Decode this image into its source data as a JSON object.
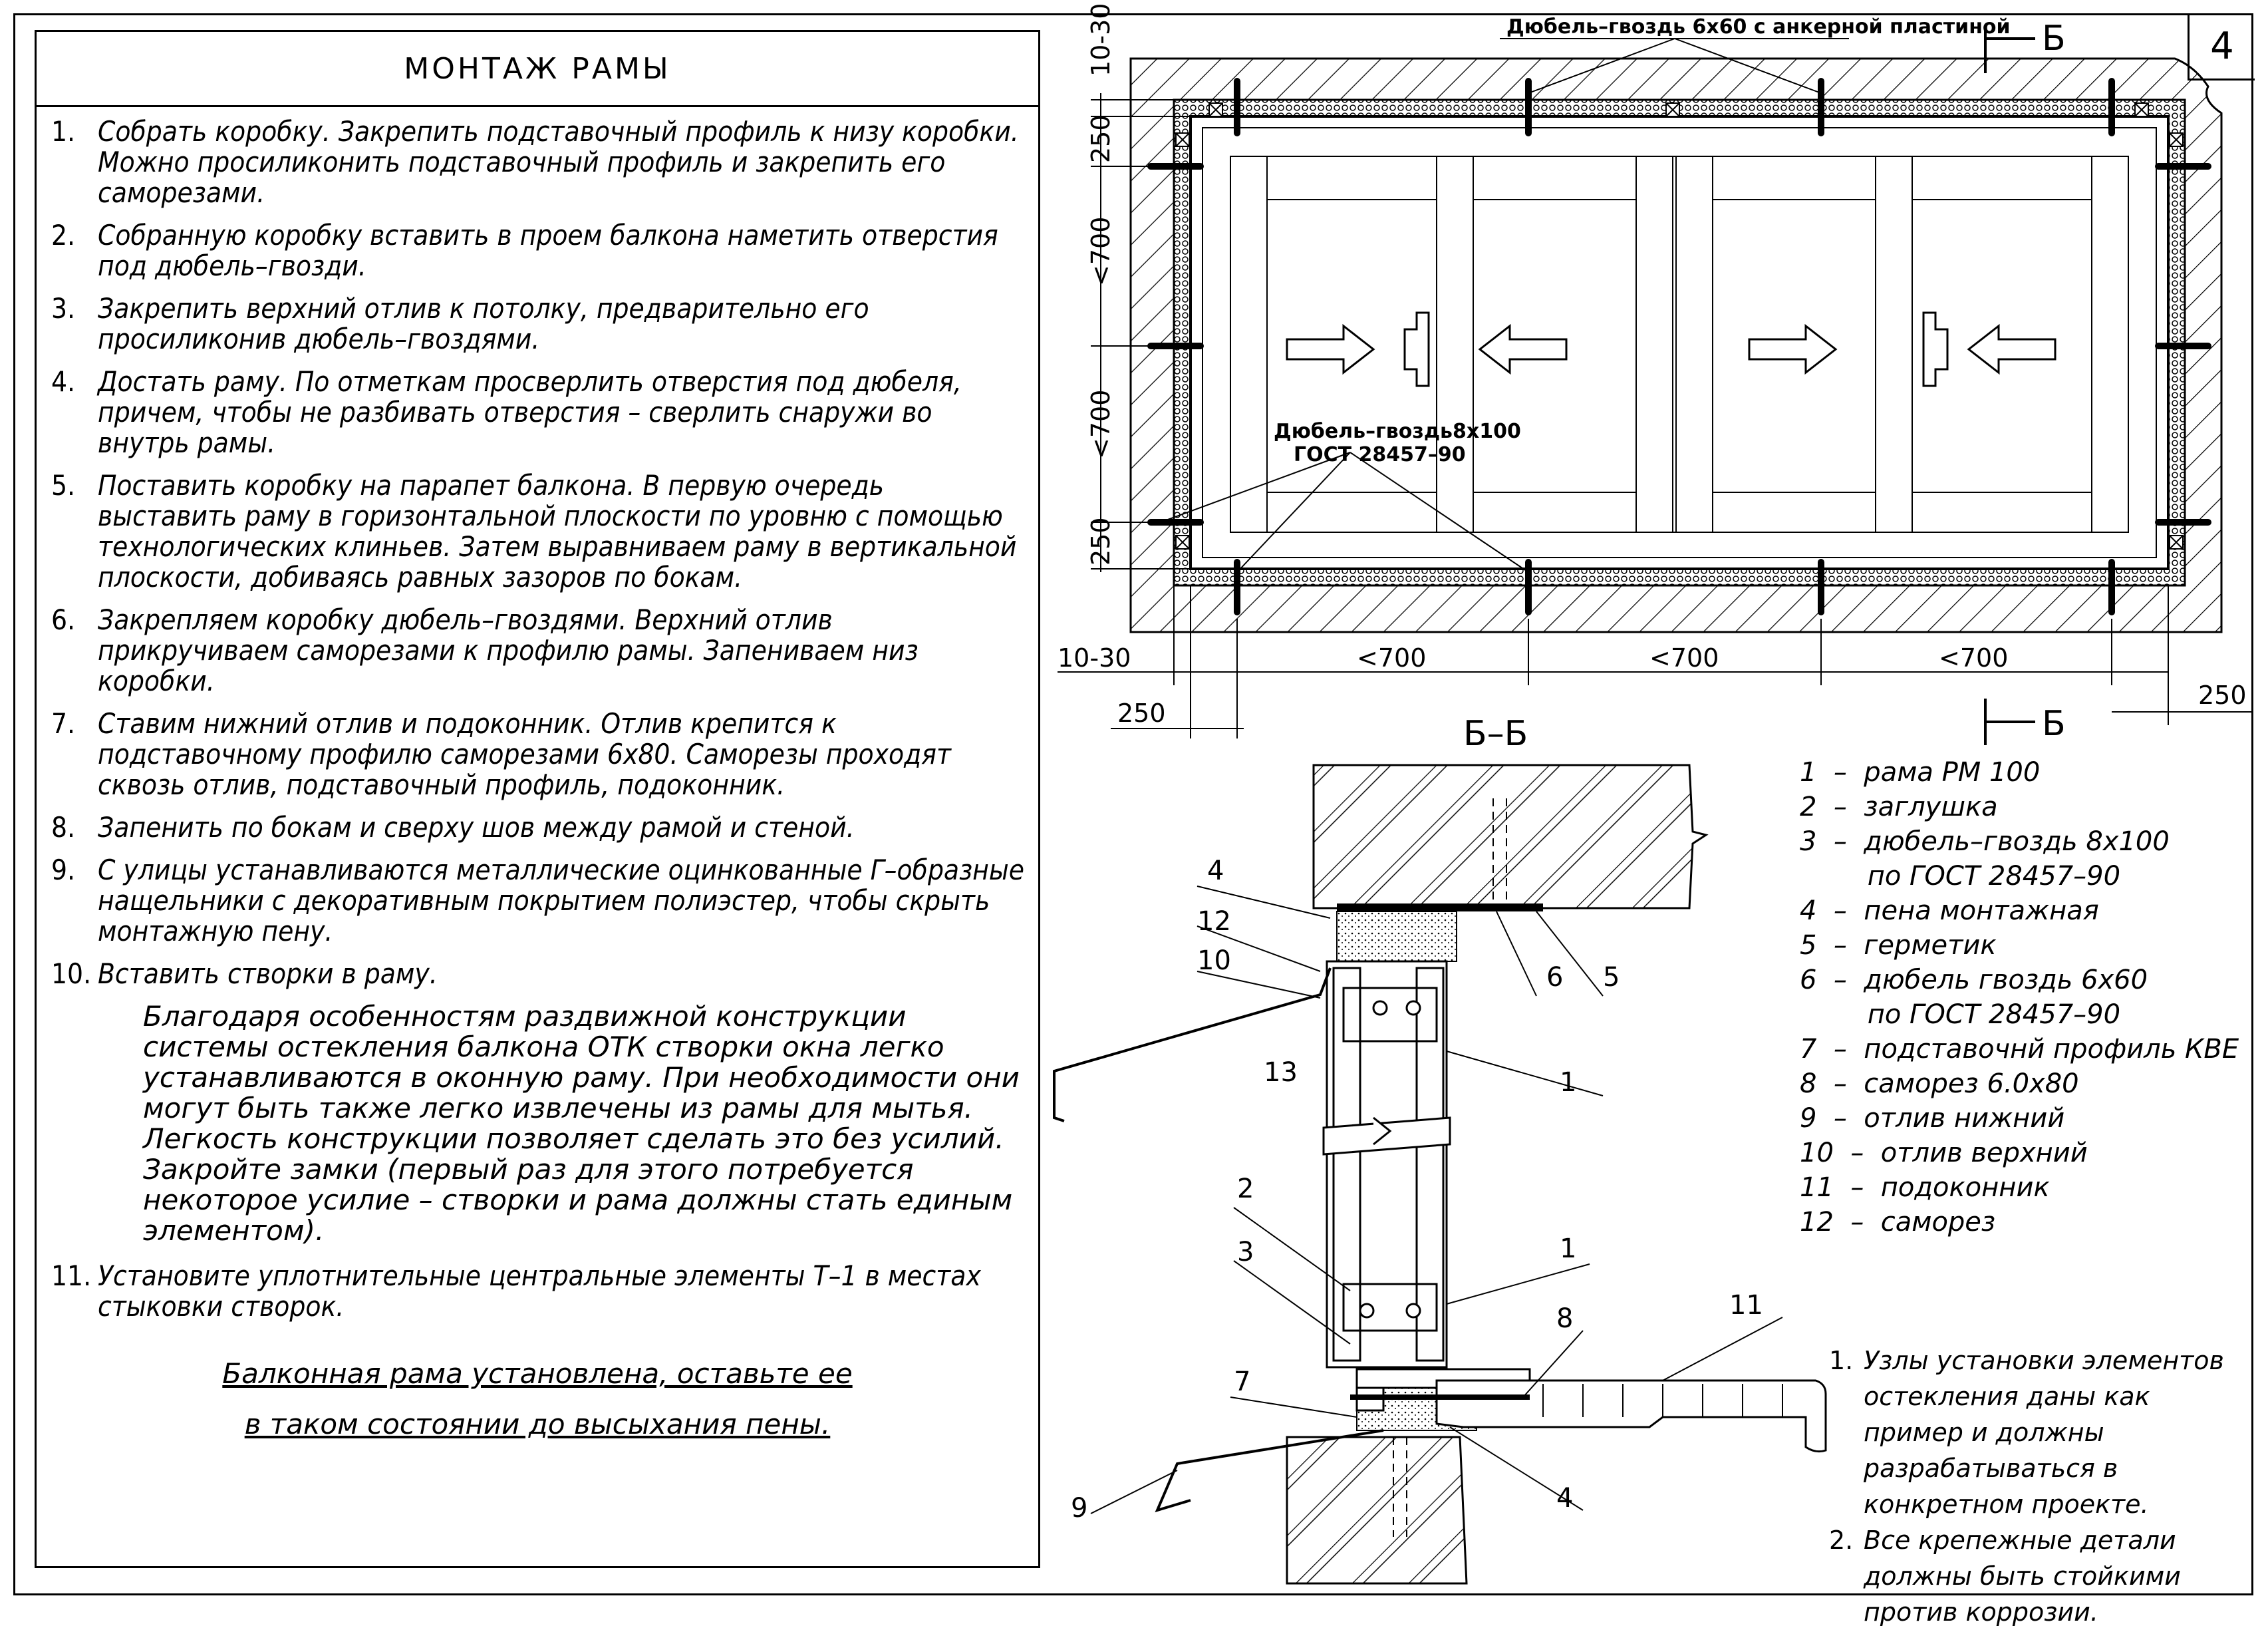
{
  "sheet_number": "4",
  "title": "МОНТАЖ  РАМЫ",
  "steps": [
    {
      "num": "1.",
      "text": "Собрать коробку. Закрепить подставочный профиль к низу коробки. Можно просиликонить подставочный  профиль и закрепить его саморезами."
    },
    {
      "num": "2.",
      "text": "Собранную коробку вставить в проем балкона наметить отверстия под дюбель–гвозди."
    },
    {
      "num": "3.",
      "text": "Закрепить верхний отлив к потолку, предварительно его просиликонив дюбель–гвоздями."
    },
    {
      "num": "4.",
      "text": "Достать раму. По отметкам просверлить отверстия под дюбеля, причем, чтобы не разбивать отверстия – сверлить снаружи во внутрь рамы."
    },
    {
      "num": "5.",
      "text": "Поставить коробку на парапет балкона. В первую очередь выставить раму в горизонтальной плоскости по уровню с помощью технологических клиньев. Затем выравниваем раму в вертикальной плоскости, добиваясь равных зазоров по бокам."
    },
    {
      "num": "6.",
      "text": "Закрепляем коробку  дюбель–гвоздями. Верхний отлив прикручиваем саморезами к профилю рамы. Запениваем низ коробки."
    },
    {
      "num": "7.",
      "text": "Ставим нижний отлив и подоконник. Отлив крепится к подставочному профилю саморезами 6x80. Саморезы проходят сквозь отлив, подставочный профиль, подоконник."
    },
    {
      "num": "8.",
      "text": "Запенить по бокам и сверху шов между рамой и стеной."
    },
    {
      "num": "9.",
      "text": "С улицы устанавливаются металлические оцинкованные Г–образные нащельники с декоративным покрытием полиэстер, чтобы скрыть монтажную пену."
    },
    {
      "num": "10.",
      "text": "Вставить створки в раму."
    }
  ],
  "step10_note": "Благодаря особенностям раздвижной конструкции системы остекления балкона ОТК створки окна легко устанавливаются в оконную раму. При необходимости они могут быть также легко извлечены из рамы для мытья. Легкость конструкции позволяет сделать это без усилий. Закройте замки (первый раз для этого потребуется некоторое усилие – створки и рама должны стать единым элементом).",
  "step11": {
    "num": "11.",
    "text": "Установите уплотнительные центральные элементы Т–1 в местах стыковки створок."
  },
  "final_line1": "Балконная рама установлена, оставьте ее",
  "final_line2": "в таком состоянии до высыхания пены.",
  "plan": {
    "anchor_label": "Дюбель–гвоздь 6x60 с анкерной пластиной",
    "dowel_label1": "Дюбель–гвоздь8x100",
    "dowel_label2": "ГОСТ 28457–90",
    "section_mark": "Б",
    "dim_top": "10-30",
    "dim_250": "250",
    "dim_700": "<700",
    "dim_1030": "10-30"
  },
  "section": {
    "title": "Б–Б",
    "callouts": [
      "1",
      "2",
      "3",
      "4",
      "5",
      "6",
      "7",
      "8",
      "9",
      "10",
      "11",
      "12",
      "13"
    ]
  },
  "legend": [
    "1  –  рама РМ 100",
    "2  –  заглушка",
    "3  –  дюбель–гвоздь 8x100",
    "        по ГОСТ 28457–90",
    "4  –  пена монтажная",
    "5  –  герметик",
    "6  –  дюбель гвоздь 6x60",
    "        по ГОСТ 28457–90",
    "7  –  подставочнй профиль КВЕ",
    "8  –  саморез 6.0x80",
    "9  –  отлив нижний",
    "10  –  отлив верхний",
    "11  –  подоконник",
    "12  –  саморез"
  ],
  "notes": [
    {
      "num": "1.",
      "text": "Узлы установки элементов остекления даны как пример и должны  разрабатываться в конкретном проекте."
    },
    {
      "num": "2.",
      "text": "Все крепежные детали должны быть стойкими против коррозии."
    }
  ]
}
